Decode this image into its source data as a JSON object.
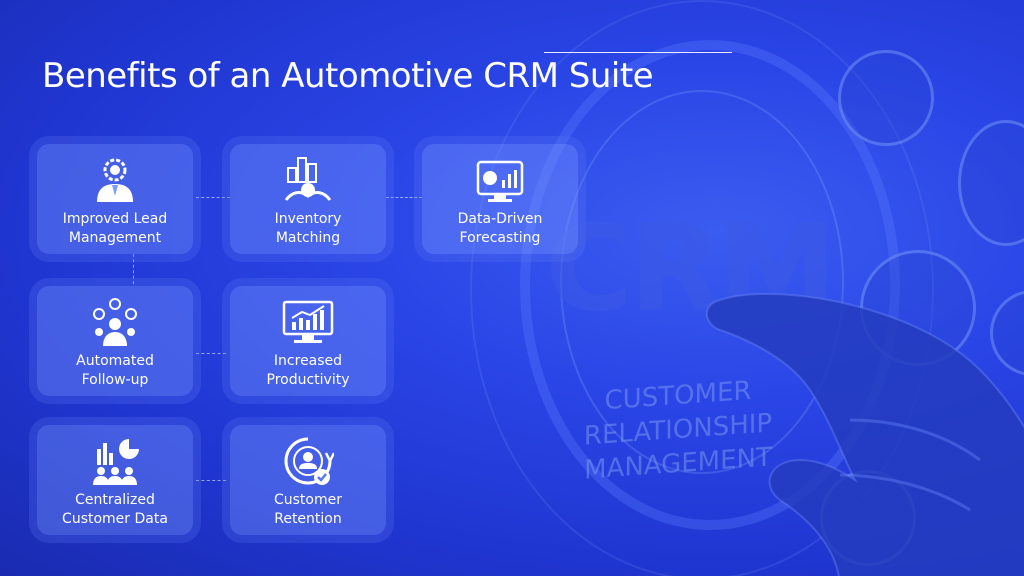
{
  "slide": {
    "title": "Benefits of an Automotive CRM Suite"
  },
  "background": {
    "crm_text": "CRM",
    "crm_subtitle": "CUSTOMER RELATIONSHIP MANAGEMENT"
  },
  "cards": [
    {
      "label": "Improved Lead\nManagement",
      "icon": "manager-gear-icon"
    },
    {
      "label": "Inventory\nMatching",
      "icon": "inventory-handshake-icon"
    },
    {
      "label": "Data-Driven\nForecasting",
      "icon": "dashboard-chart-icon"
    },
    {
      "label": "Automated\nFollow-up",
      "icon": "team-followup-icon"
    },
    {
      "label": "Increased\nProductivity",
      "icon": "monitor-bar-chart-icon"
    },
    {
      "label": "Centralized\nCustomer Data",
      "icon": "customer-data-chart-icon"
    },
    {
      "label": "Customer\nRetention",
      "icon": "customer-retention-icon"
    }
  ],
  "colors": {
    "background": "#2a45e6",
    "card": "#7f9bff",
    "text": "#ffffff"
  }
}
